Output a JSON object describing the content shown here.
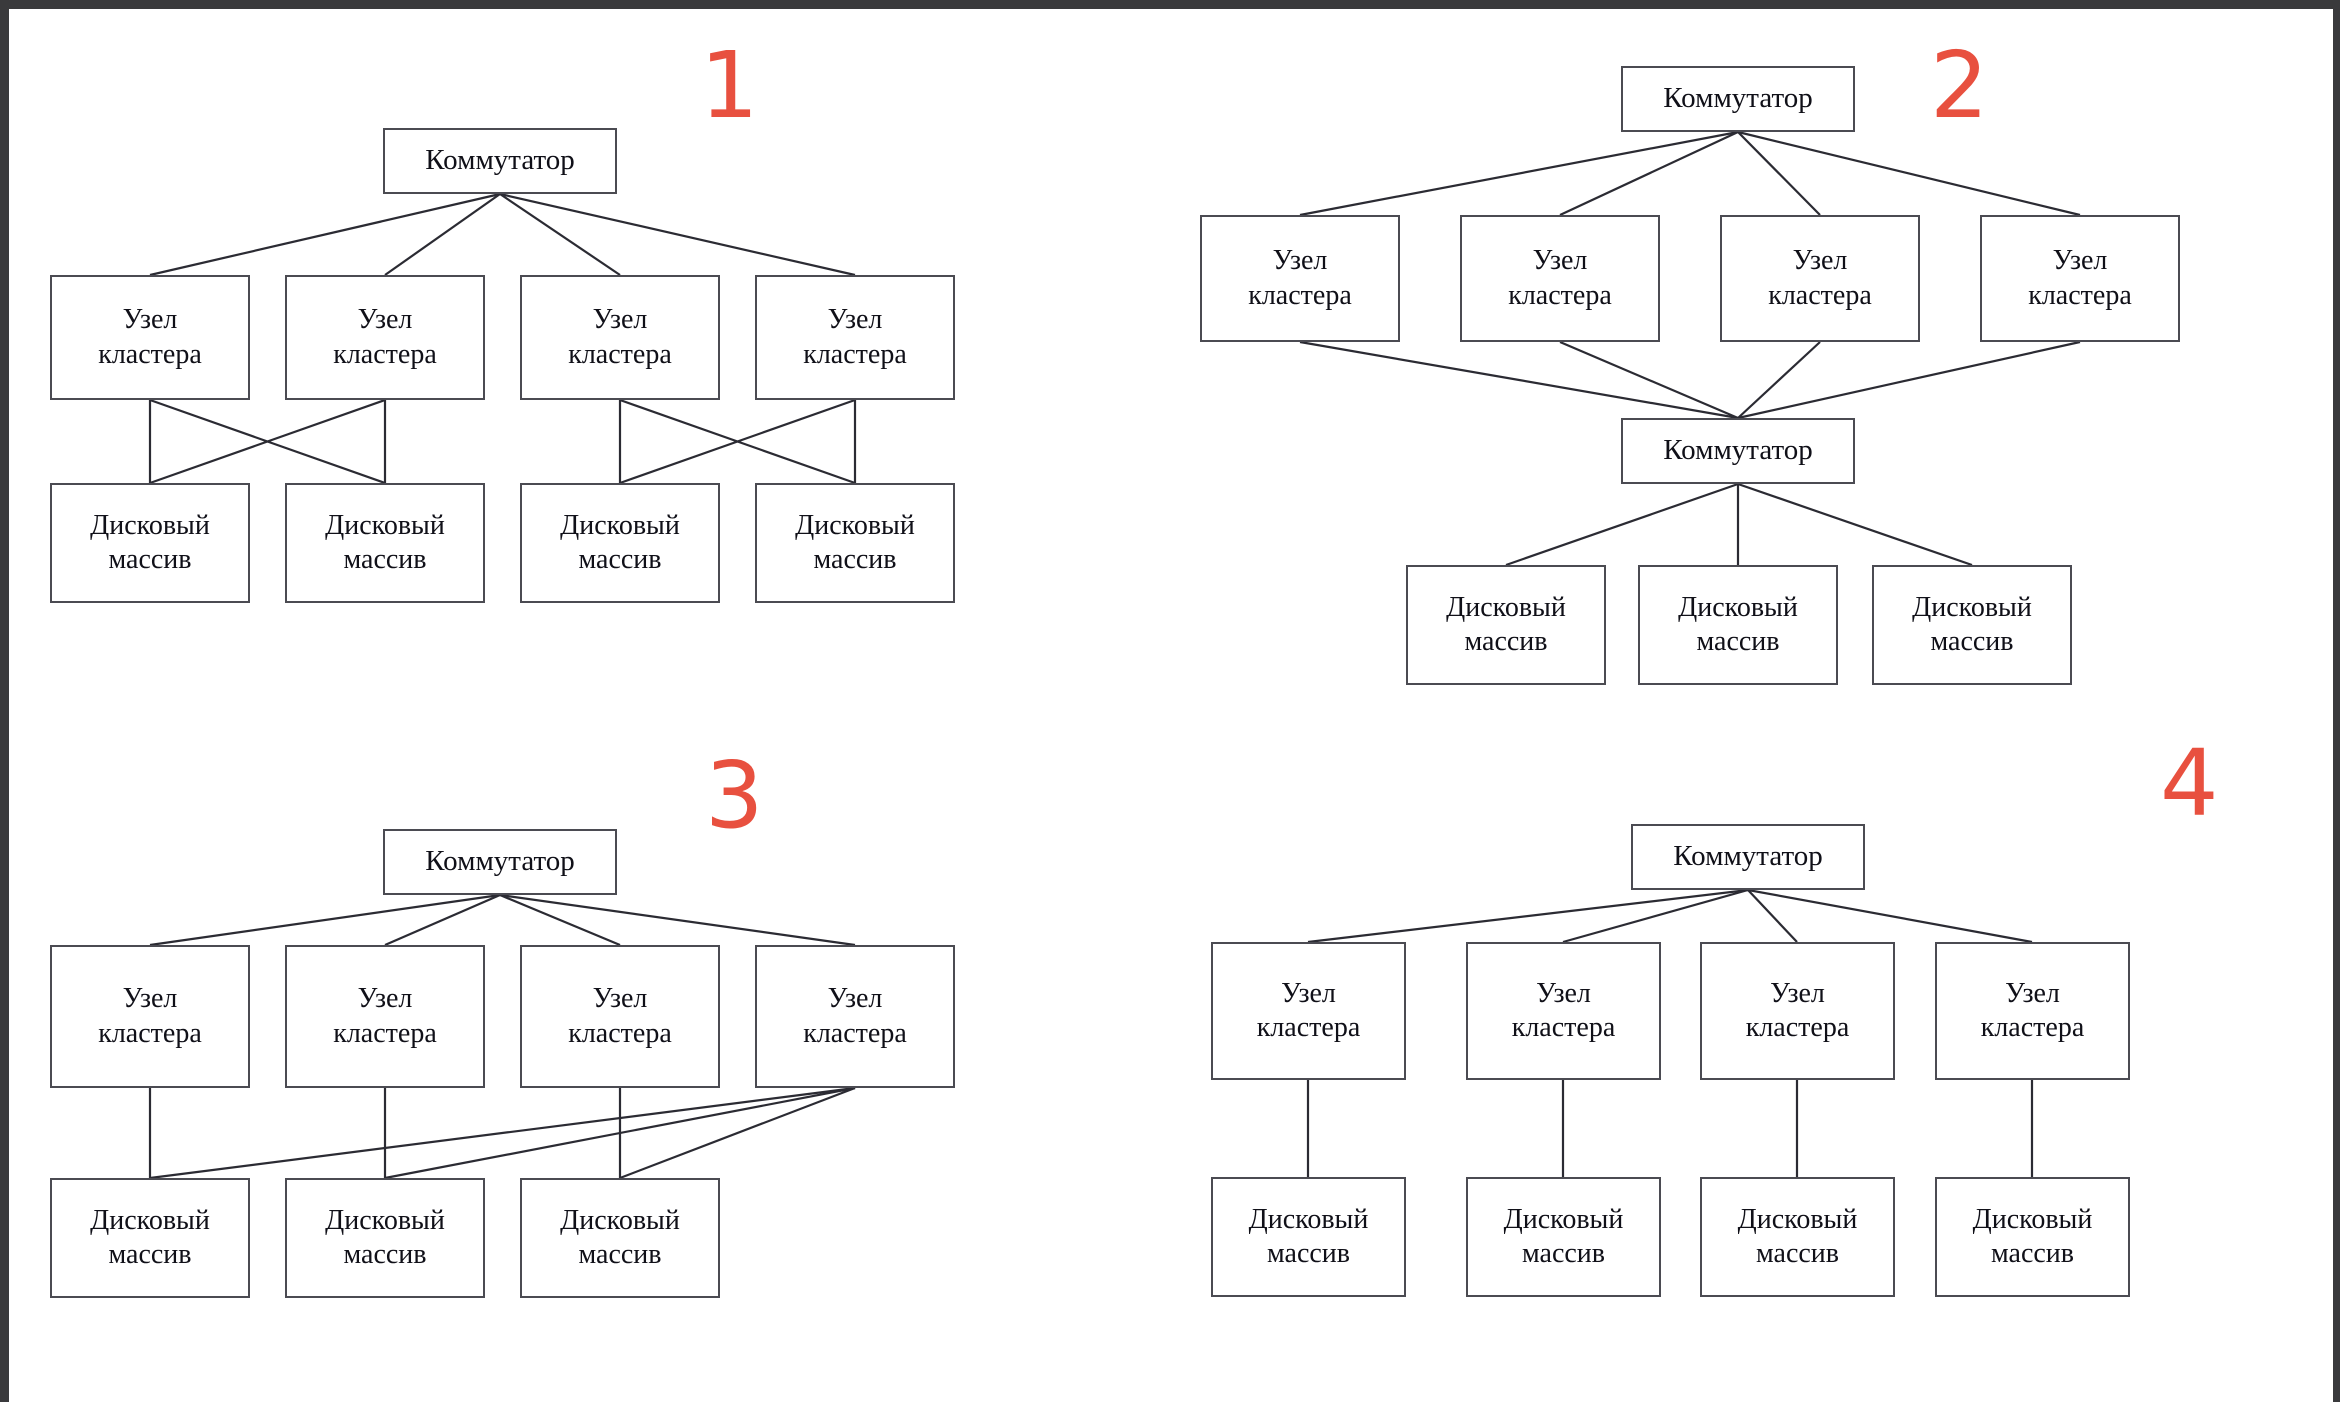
{
  "page": {
    "background": "#ffffff",
    "edge_color": "#3a3a3c",
    "box_border_color": "#4b4b52",
    "line_color": "#2b2b33",
    "number_color": "#e8503f"
  },
  "labels": {
    "switch": "Коммутатор",
    "cluster_node_line1": "Узел",
    "cluster_node_line2": "кластера",
    "disk_array_line1": "Дисковый",
    "disk_array_line2": "массив"
  },
  "diagrams": [
    {
      "number": "1",
      "description": "Switch on top feeding four cluster nodes; each adjacent pair of nodes cross-connects to a pair of disk arrays (X pattern)",
      "switches": [
        {
          "label": "Коммутатор"
        }
      ],
      "cluster_nodes": [
        {
          "line1": "Узел",
          "line2": "кластера"
        },
        {
          "line1": "Узел",
          "line2": "кластера"
        },
        {
          "line1": "Узел",
          "line2": "кластера"
        },
        {
          "line1": "Узел",
          "line2": "кластера"
        }
      ],
      "disk_arrays": [
        {
          "line1": "Дисковый",
          "line2": "массив"
        },
        {
          "line1": "Дисковый",
          "line2": "массив"
        },
        {
          "line1": "Дисковый",
          "line2": "массив"
        },
        {
          "line1": "Дисковый",
          "line2": "массив"
        }
      ]
    },
    {
      "number": "2",
      "description": "Top switch to four cluster nodes, all nodes converge on a second switch which fans out to three disk arrays",
      "switches": [
        {
          "label": "Коммутатор"
        },
        {
          "label": "Коммутатор"
        }
      ],
      "cluster_nodes": [
        {
          "line1": "Узел",
          "line2": "кластера"
        },
        {
          "line1": "Узел",
          "line2": "кластера"
        },
        {
          "line1": "Узел",
          "line2": "кластера"
        },
        {
          "line1": "Узел",
          "line2": "кластера"
        }
      ],
      "disk_arrays": [
        {
          "line1": "Дисковый",
          "line2": "массив"
        },
        {
          "line1": "Дисковый",
          "line2": "массив"
        },
        {
          "line1": "Дисковый",
          "line2": "массив"
        }
      ]
    },
    {
      "number": "3",
      "description": "Switch to four cluster nodes; first three nodes each have a direct array, the fourth node also links to all three arrays",
      "switches": [
        {
          "label": "Коммутатор"
        }
      ],
      "cluster_nodes": [
        {
          "line1": "Узел",
          "line2": "кластера"
        },
        {
          "line1": "Узел",
          "line2": "кластера"
        },
        {
          "line1": "Узел",
          "line2": "кластера"
        },
        {
          "line1": "Узел",
          "line2": "кластера"
        }
      ],
      "disk_arrays": [
        {
          "line1": "Дисковый",
          "line2": "массив"
        },
        {
          "line1": "Дисковый",
          "line2": "массив"
        },
        {
          "line1": "Дисковый",
          "line2": "массив"
        }
      ]
    },
    {
      "number": "4",
      "description": "Switch to four cluster nodes; each node owns exactly one disk array via a straight vertical link",
      "switches": [
        {
          "label": "Коммутатор"
        }
      ],
      "cluster_nodes": [
        {
          "line1": "Узел",
          "line2": "кластера"
        },
        {
          "line1": "Узел",
          "line2": "кластера"
        },
        {
          "line1": "Узел",
          "line2": "кластера"
        },
        {
          "line1": "Узел",
          "line2": "кластера"
        }
      ],
      "disk_arrays": [
        {
          "line1": "Дисковый",
          "line2": "массив"
        },
        {
          "line1": "Дисковый",
          "line2": "массив"
        },
        {
          "line1": "Дисковый",
          "line2": "массив"
        },
        {
          "line1": "Дисковый",
          "line2": "массив"
        }
      ]
    }
  ]
}
